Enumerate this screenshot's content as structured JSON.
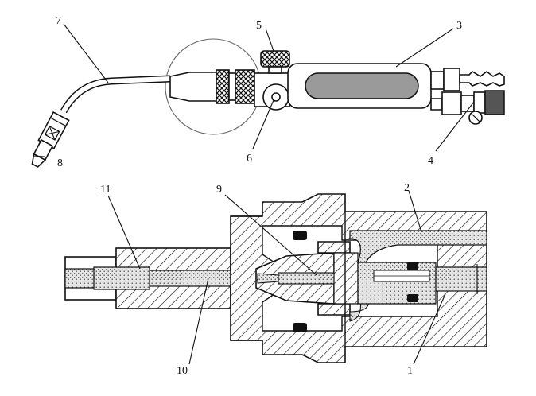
{
  "labels": {
    "l1": "1",
    "l2": "2",
    "l3": "3",
    "l4": "4",
    "l5": "5",
    "l6": "6",
    "l7": "7",
    "l8": "8",
    "l9": "9",
    "l10": "10",
    "l11": "11"
  },
  "colors": {
    "ink": "#111111",
    "paper": "#ffffff",
    "grip_fill": "#9a9a9a",
    "dark_fill": "#555555",
    "powder": "#dcdcdc"
  }
}
